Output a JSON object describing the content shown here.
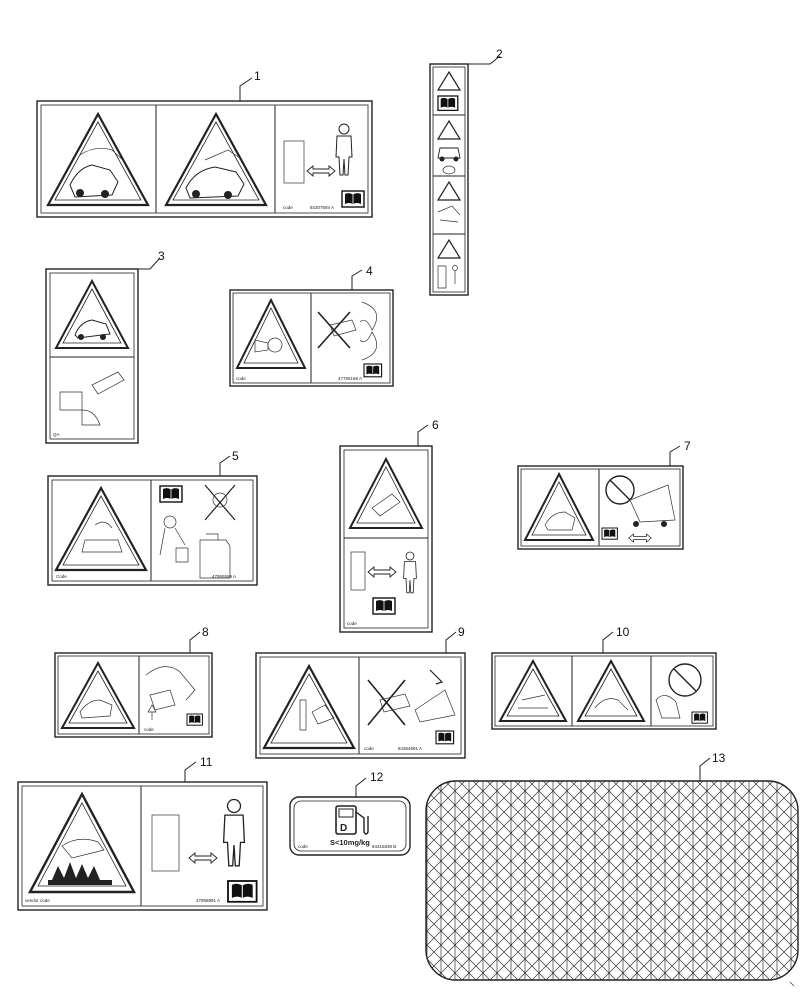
{
  "figure": {
    "callouts": [
      "1",
      "2",
      "3",
      "4",
      "5",
      "6",
      "7",
      "8",
      "9",
      "10",
      "11",
      "12",
      "13"
    ]
  },
  "decals": {
    "d1": {
      "code_label": "code",
      "part_no": "84307694 A"
    },
    "d2": {
      "code_label": "",
      "part_no": ""
    },
    "d3": {
      "code_label": "QA",
      "part_no": ""
    },
    "d4": {
      "code_label": "code",
      "part_no": "47765158 A"
    },
    "d5": {
      "code_label": "Code",
      "part_no": "47955599 A"
    },
    "d6": {
      "code_label": "code",
      "part_no": ""
    },
    "d7": {
      "code_label": "",
      "part_no": ""
    },
    "d8": {
      "code_label": "code",
      "part_no": ""
    },
    "d9": {
      "code_label": "code",
      "part_no": "84364891 A"
    },
    "d10": {
      "code_label": "",
      "part_no": ""
    },
    "d11": {
      "code_label": "vendor code",
      "part_no": "47958991 A"
    },
    "d12": {
      "code_label": "code",
      "fuel_text": "S<10mg/kg",
      "part_no": "84316838 B",
      "fuel_icon_letter": "D"
    }
  },
  "icons": {
    "warning": "warning-triangle-icon",
    "manual": "operator-manual-icon",
    "person": "person-icon",
    "arrow": "double-arrow-icon",
    "fuel": "fuel-pump-icon",
    "mesh": "anti-slip-mesh"
  }
}
